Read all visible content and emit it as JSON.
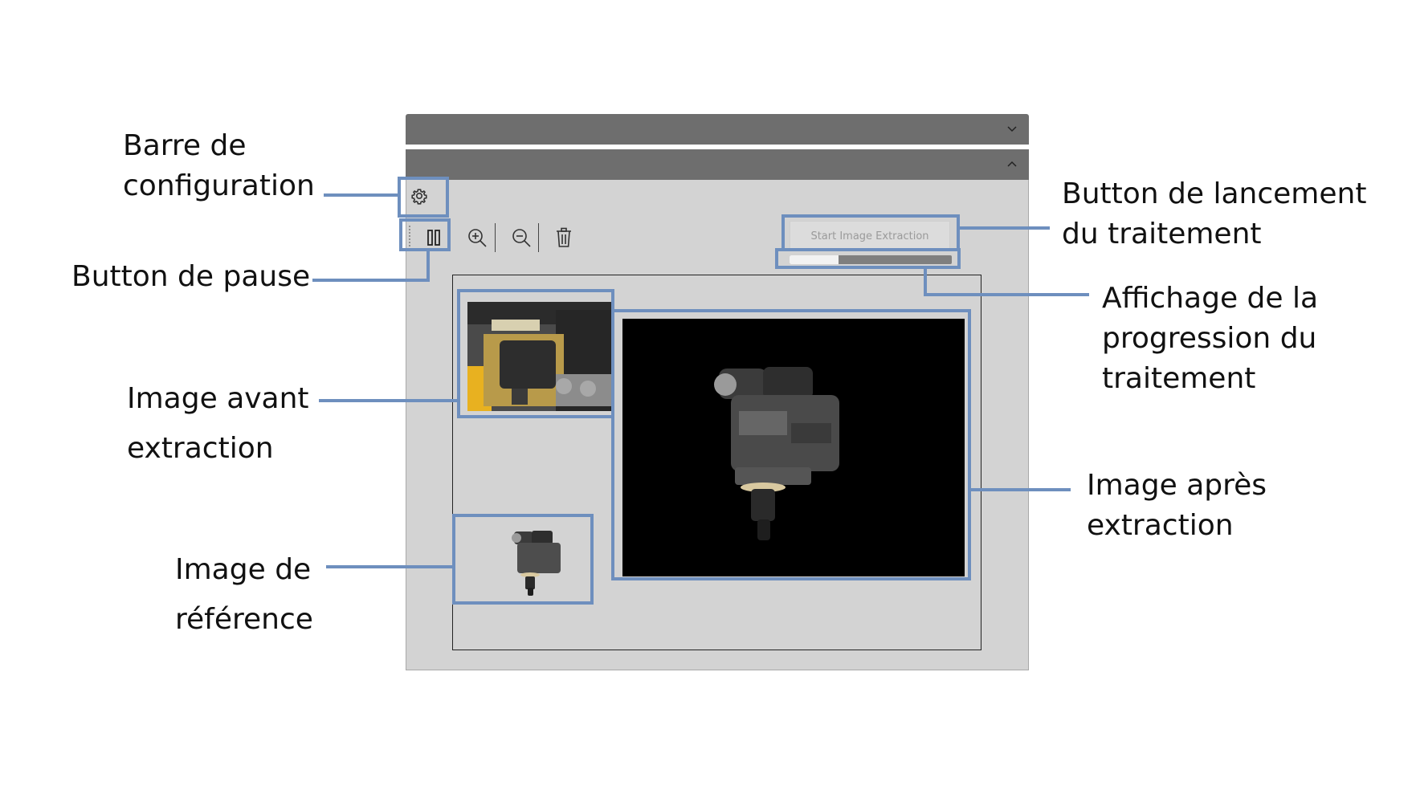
{
  "window": {
    "sections": [
      {
        "state": "collapsed",
        "chevron_icon": "chevron-down-icon"
      },
      {
        "state": "expanded",
        "chevron_icon": "chevron-up-icon"
      }
    ],
    "toolbar": {
      "settings_icon": "gear-icon",
      "pause_icon": "pause-icon",
      "zoom_in_icon": "zoom-in-icon",
      "zoom_out_icon": "zoom-out-icon",
      "delete_icon": "trash-icon"
    },
    "start_button_label": "Start Image Extraction",
    "progress_fraction": 0.3,
    "images": {
      "before": "before-extraction-image",
      "after": "after-extraction-image",
      "reference": "reference-image"
    }
  },
  "annotations": {
    "config_bar_line1": "Barre de",
    "config_bar_line2": "configuration",
    "pause_button": "Button de pause",
    "image_before_line1": "Image avant",
    "image_before_line2": "extraction",
    "image_reference_line1": "Image de",
    "image_reference_line2": "référence",
    "start_button_line1": "Button de lancement",
    "start_button_line2": "du traitement",
    "progress_line1": "Affichage de la",
    "progress_line2": "progression du",
    "progress_line3": "traitement",
    "image_after_line1": "Image après",
    "image_after_line2": "extraction"
  },
  "colors": {
    "annotation": "#6e8fbe",
    "header_bar": "#6e6e6e",
    "panel": "#d3d3d3"
  }
}
